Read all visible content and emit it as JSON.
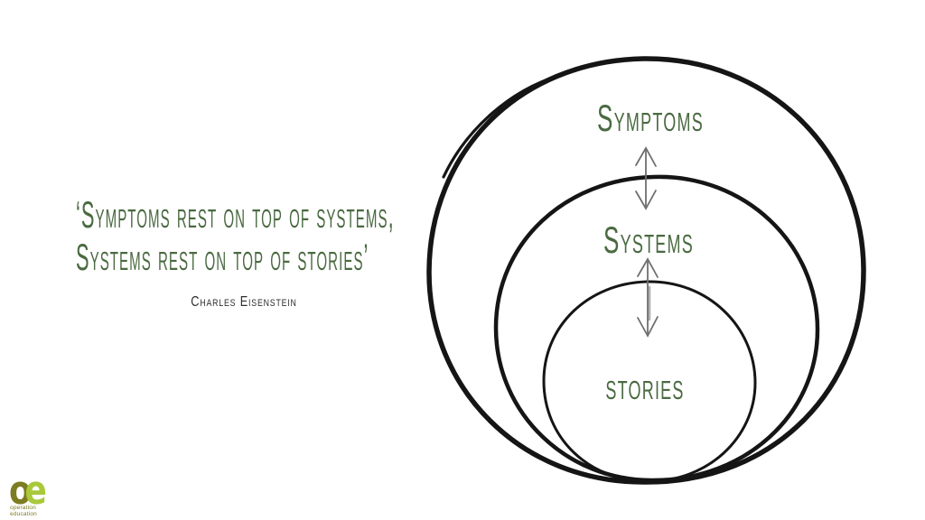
{
  "quote": {
    "line1": "‘Symptoms rest on top of systems,",
    "line2": "Systems rest on top of stories’",
    "attribution": "Charles Eisenstein"
  },
  "diagram": {
    "type": "nested-circles",
    "labels": {
      "outer": "Symptoms",
      "middle": "Systems",
      "inner": "stories"
    },
    "connectors": [
      {
        "name": "double-arrow-vertical",
        "between": [
          "Symptoms",
          "Systems"
        ]
      },
      {
        "name": "double-arrow-vertical",
        "between": [
          "Systems",
          "stories"
        ]
      }
    ]
  },
  "logo": {
    "letter_o": "o",
    "letter_e": "e",
    "caption_line1": "operation",
    "caption_line2": "education"
  },
  "colors": {
    "text_green": "#4a6a41",
    "attribution_ink": "#2e2e2e",
    "circle_ink": "#151515",
    "arrow_gray": "#6f6f6f",
    "logo_olive": "#7d7c22",
    "logo_lime": "#a9c93b",
    "background": "#ffffff"
  }
}
